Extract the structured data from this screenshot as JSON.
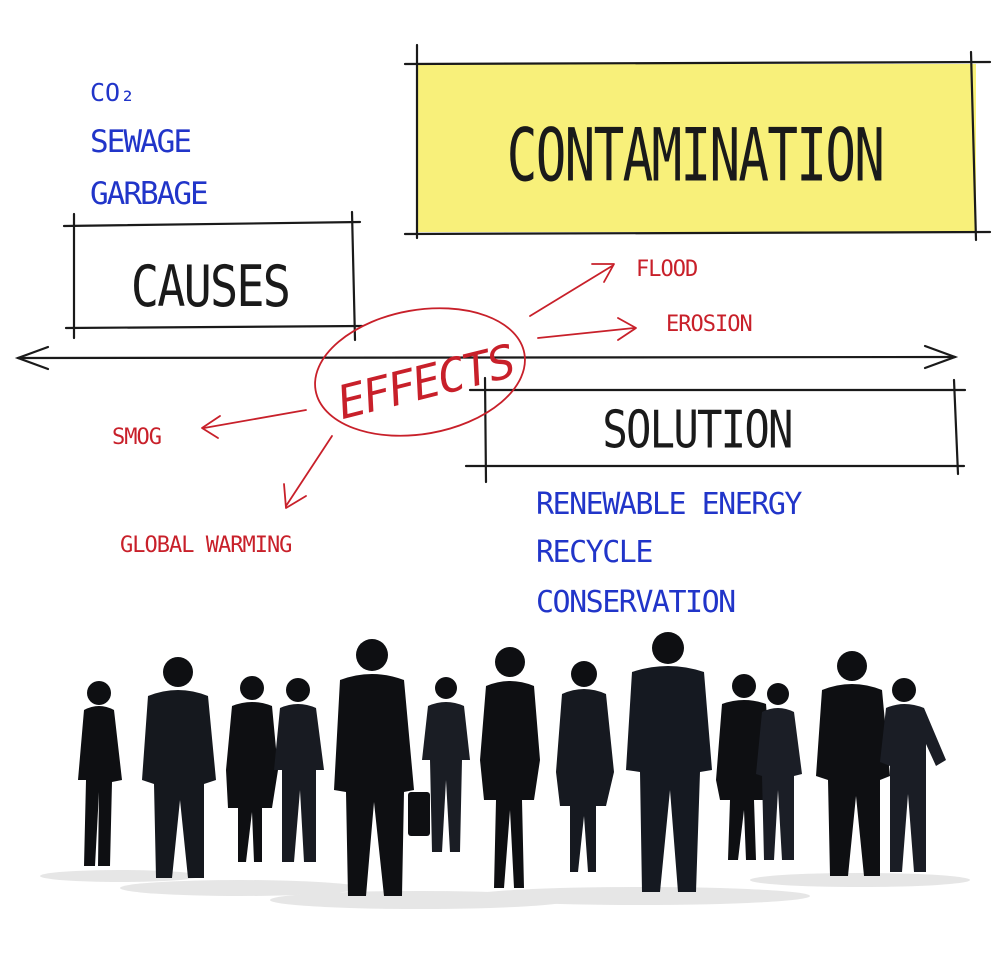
{
  "title": "CONTAMINATION",
  "causes": {
    "heading": "CAUSES",
    "items": [
      "CO₂",
      "SEWAGE",
      "GARBAGE"
    ]
  },
  "effects": {
    "heading": "EFFECTS",
    "items": [
      "FLOOD",
      "EROSION",
      "SMOG",
      "GLOBAL WARMING"
    ]
  },
  "solution": {
    "heading": "SOLUTION",
    "items": [
      "RENEWABLE ENERGY",
      "RECYCLE",
      "CONSERVATION"
    ]
  },
  "colors": {
    "ink": "#1a1a1a",
    "highlight": "#f8f07a",
    "effects_red": "#c8202a",
    "blue_text": "#2135c9",
    "silhouette": "#0e0f12"
  }
}
